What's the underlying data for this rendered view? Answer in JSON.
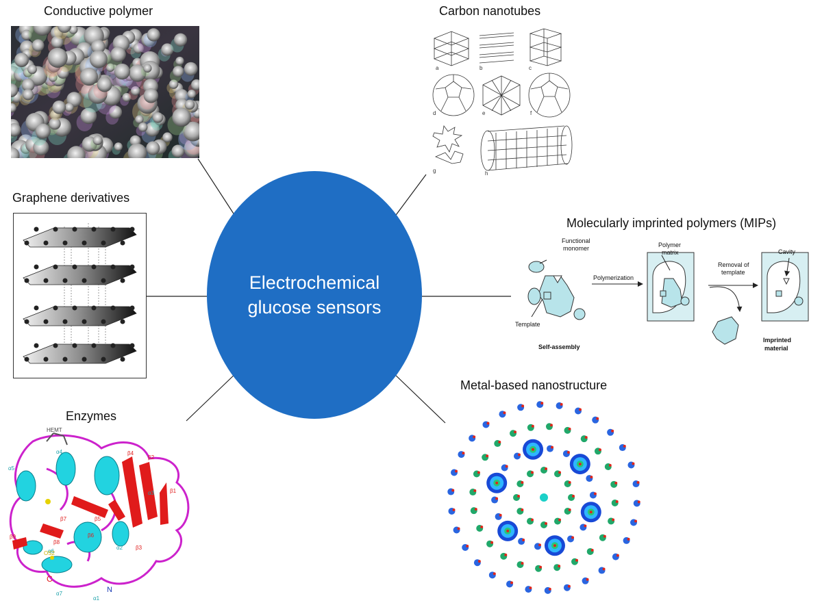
{
  "hub": {
    "line1": "Electrochemical",
    "line2": "glucose sensors",
    "color": "#1f6ec4"
  },
  "branches": {
    "conductive_polymer": {
      "title": "Conductive polymer"
    },
    "carbon_nanotubes": {
      "title": "Carbon nanotubes",
      "sub_labels": [
        "a",
        "b",
        "c",
        "d",
        "e",
        "f",
        "g",
        "h"
      ]
    },
    "graphene_derivatives": {
      "title": "Graphene derivatives"
    },
    "mips": {
      "title": "Molecularly imprinted  polymers (MIPs)",
      "functional_monomer": "Functional\nmonomer",
      "polymer_matrix": "Polymer\nmatrix",
      "removal_of_template": "Removal of\ntemplate",
      "cavity": "Cavity",
      "polymerization": "Polymerization",
      "template": "Template",
      "self_assembly": "Self-assembly",
      "imprinted_material": "Imprinted\nmaterial"
    },
    "metal_based": {
      "title": "Metal-based nanostructure"
    },
    "enzymes": {
      "title": "Enzymes",
      "annotations": [
        "HEMT",
        "α5",
        "α4",
        "β4",
        "β2",
        "α3",
        "β1",
        "β7",
        "β5",
        "β6",
        "β8",
        "β9",
        "α6",
        "α2",
        "β3",
        "OS2",
        "C",
        "α7",
        "N",
        "α1"
      ]
    }
  }
}
